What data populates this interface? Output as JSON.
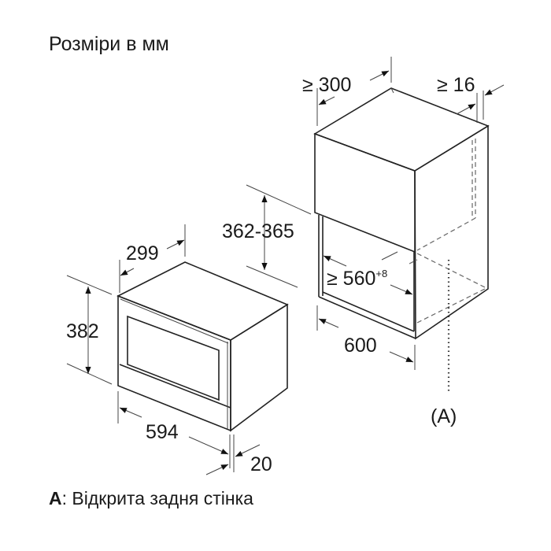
{
  "title": "Розміри в мм",
  "footer": {
    "key": "A",
    "text": ": Відкрита задня стінка"
  },
  "appliance": {
    "height": "382",
    "depth": "299",
    "width": "594",
    "front_offset": "20"
  },
  "niche": {
    "top_clearance": "362-365",
    "depth_min": "≥ 300",
    "back_gap": "≥ 16",
    "width_min": "≥ 560",
    "width_tolerance": "+8",
    "cabinet_width": "600",
    "open_back_label": "(A)"
  }
}
